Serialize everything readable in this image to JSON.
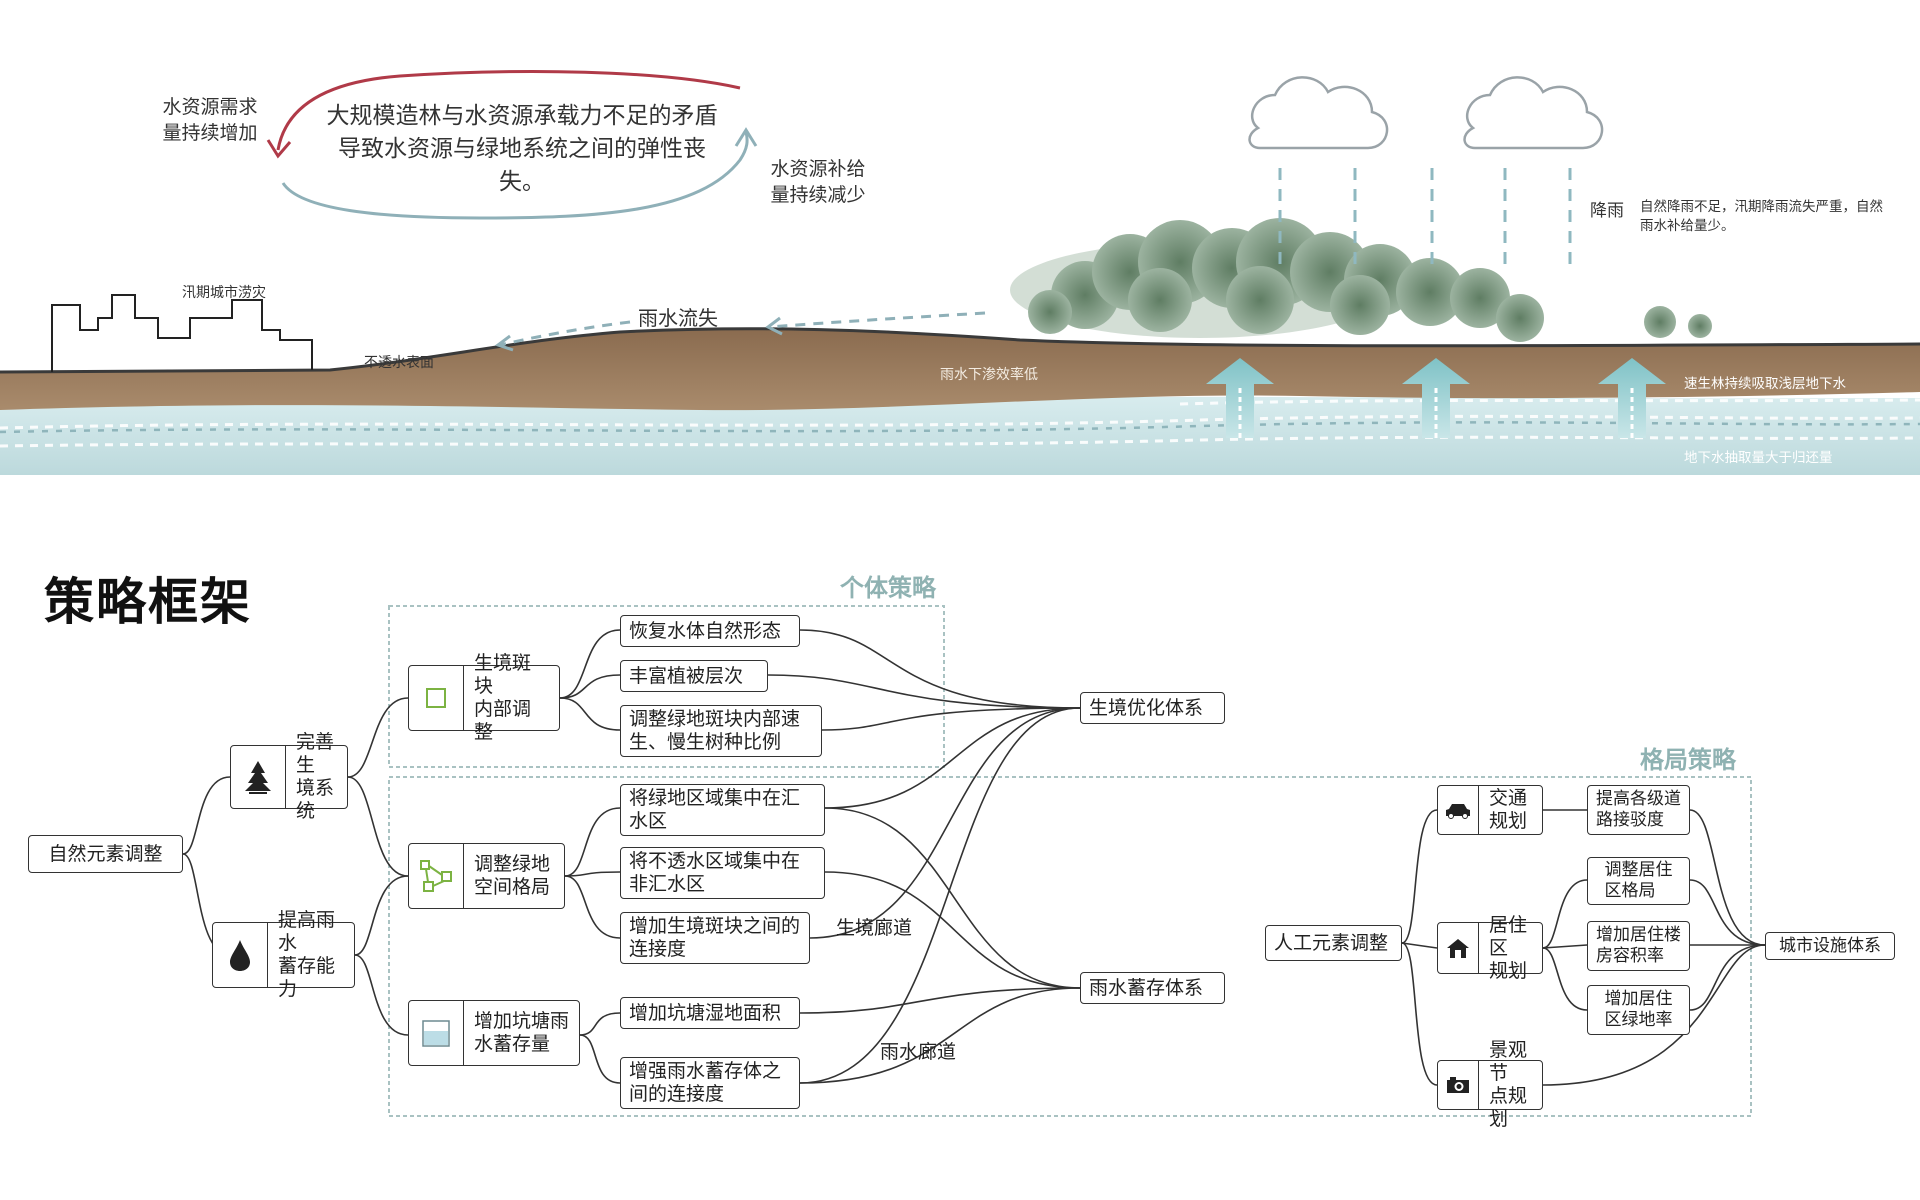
{
  "illustration": {
    "loop_text": "大规模造林与水资源承载力不足的矛盾导致水资源与绿地系统之间的弹性丧失。",
    "left_note": "水资源需求\n量持续增加",
    "right_note": "水资源补给\n量持续减少",
    "city_label": "汛期城市涝灾",
    "impervious_label": "不透水表面",
    "runoff_label": "雨水流失",
    "infiltration_label": "雨水下渗效率低",
    "rain_title": "降雨",
    "rain_desc": "自然降雨不足，汛期降雨流失严重，自然雨水补给量少。",
    "absorb_label": "速生林持续吸取浅层地下水",
    "groundwater_label": "地下水抽取量大于归还量"
  },
  "framework": {
    "title": "策略框架",
    "zone_individual": "个体策略",
    "zone_pattern": "格局策略",
    "nodes": {
      "natural": "自然元素调整",
      "eco": "完善生\n境系统",
      "rain": "提高雨水\n蓄存能力",
      "habitat_internal": "生境斑块\n内部调整",
      "green_pattern": "调整绿地\n空间格局",
      "pond": "增加坑塘雨\n水蓄存量",
      "restore": "恢复水体自然形态",
      "vegetation": "丰富植被层次",
      "ratio": "调整绿地斑块内部速\n生、慢生树种比例",
      "concentrate_green": "将绿地区域集中在汇\n水区",
      "concentrate_imperv": "将不透水区域集中在\n非汇水区",
      "connect_habitat": "增加生境斑块之间的\n连接度",
      "wetland": "增加坑塘湿地面积",
      "connect_storage": "增强雨水蓄存体之\n间的连接度",
      "habitat_system": "生境优化体系",
      "storage_system": "雨水蓄存体系",
      "artificial": "人工元素调整",
      "traffic": "交通\n规划",
      "residential": "居住区\n规划",
      "landscape": "景观节\n点规划",
      "road": "提高各级道\n路接驳度",
      "res_pattern": "调整居住\n区格局",
      "far": "增加居住楼\n房容积率",
      "green_rate": "增加居住\n区绿地率",
      "facility": "城市设施体系"
    },
    "edge_labels": {
      "habitat_corridor": "生境廊道",
      "rain_corridor": "雨水廊道"
    },
    "colors": {
      "accent_green": "#7cb342",
      "zone_border": "#a9c2c2",
      "loop_red": "#b03a48",
      "loop_blue": "#8fb0b8"
    }
  }
}
